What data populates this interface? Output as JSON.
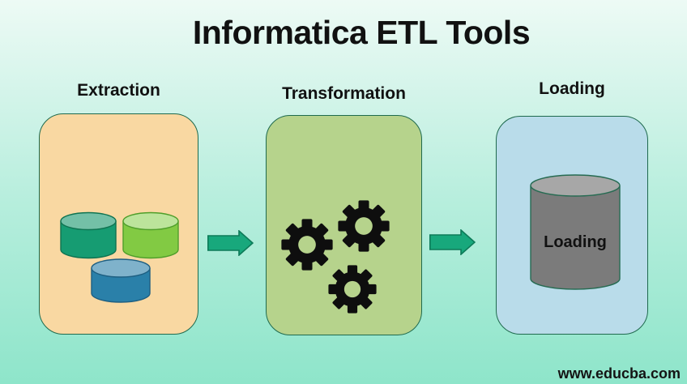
{
  "page": {
    "title": "Informatica ETL Tools",
    "watermark": "www.educba.com"
  },
  "stages": [
    {
      "label": "Extraction",
      "box_color": "#f9d8a2",
      "icon": "databases-icon"
    },
    {
      "label": "Transformation",
      "box_color": "#b6d38c",
      "icon": "gears-icon"
    },
    {
      "label": "Loading",
      "box_color": "#b9dcea",
      "icon": "database-cylinder-icon",
      "cylinder_label": "Loading"
    }
  ],
  "colors": {
    "background_top": "#edfaf5",
    "background_mid": "#b7eedd",
    "background_bottom": "#8ee5ca",
    "box_border": "#1f6a4e",
    "arrow_fill": "#18a87c",
    "arrow_stroke": "#0d7a58",
    "gear": "#0e0e0e",
    "gear_hole": "#b6d38c",
    "db_teal_body": "#169c72",
    "db_teal_top": "#74c0a7",
    "db_teal_stroke": "#0f7351",
    "db_green_body": "#82ca43",
    "db_green_top": "#bce49b",
    "db_green_stroke": "#4f9e2a",
    "db_blue_body": "#2a80a9",
    "db_blue_top": "#7fb2cb",
    "db_blue_stroke": "#1e5f82",
    "load_body": "#7b7b7b",
    "load_top": "#a7a7a7",
    "load_stroke": "#266b52",
    "text": "#111111"
  }
}
